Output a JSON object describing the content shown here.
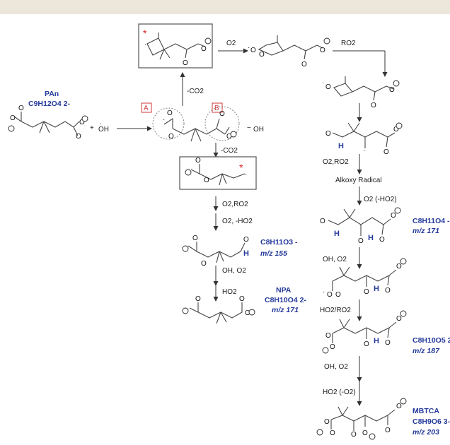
{
  "header_band_color": "#ece6db",
  "colors": {
    "compound_label": "#253a9b",
    "site_tag": "#d23a3a",
    "radical_star": "#e02020"
  },
  "species": {
    "pan": {
      "name": "PAn",
      "formula": "C9H12O4 2-"
    },
    "mw155": {
      "formula": "C8H11O3 -",
      "mz": "m/z 155"
    },
    "npa": {
      "name": "NPA",
      "formula": "C8H10O4 2-",
      "mz": "m/z 171"
    },
    "r171": {
      "formula": "C8H11O4 -",
      "mz": "m/z 171"
    },
    "r187": {
      "formula": "C8H10O5 2-",
      "mz": "m/z 187"
    },
    "mbtca": {
      "name": "MBTCA",
      "formula": "C8H9O6 3-",
      "mz": "m/z 203"
    }
  },
  "site_tags": {
    "a": "A",
    "b": "B"
  },
  "reagents": {
    "oh_plus": "+",
    "oh_left": "OH",
    "oh_right": "OH",
    "co2_up": "-CO2",
    "co2_down": "-CO2",
    "o2_top": "O2",
    "ro2_top": "RO2",
    "o2ro2_mid": "O2,RO2",
    "o2ho2_mid": "O2, -HO2",
    "ohO2_mid": "OH, O2",
    "ho2_mid": "HO2",
    "o2ro2_right": "O2,RO2",
    "alkoxy": "Alkoxy Radical",
    "o2ho2_right": "O2 (-HO2)",
    "ohO2_right1": "OH, O2",
    "ho2ro2_right": "HO2/RO2",
    "ohO2_right2": "OH, O2",
    "ho2o2_right": "HO2 (-O2)"
  },
  "atoms": {
    "O": "O",
    "H": "H",
    "minus": "−",
    "radical_dot": "·"
  }
}
